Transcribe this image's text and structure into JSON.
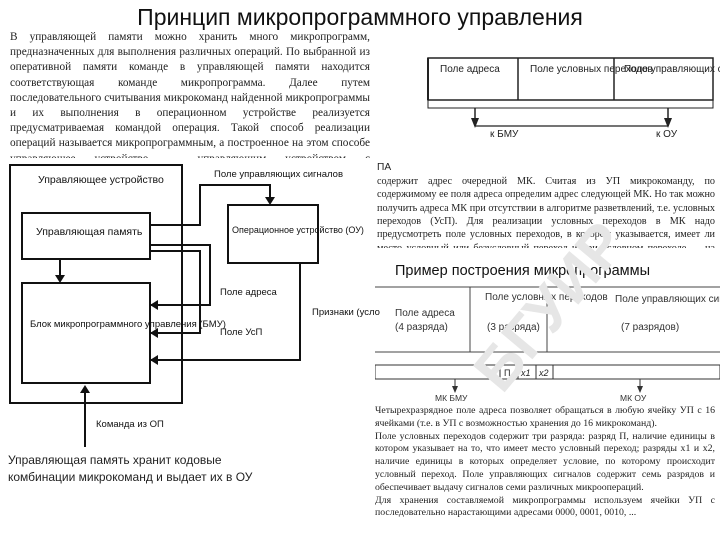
{
  "slide": {
    "title": "Принцип микропрограммного управления",
    "subtitle": "Пример построения микропрограммы",
    "caption": "Управляющая память хранит кодовые\nкомбинации микрокоманд и выдает их в ОУ"
  },
  "scan_text": {
    "intro": "В управляющей памяти можно хранить много микропрограмм, предназначенных для выполнения различных операций. По выбранной из оперативной памяти команде в управляющей памяти находится соответствующая команде микропрограмма. Далее путем последовательного считывания микрокоманд найденной микропрограммы и их выполнения в операционном устройстве реализуется предусматриваемая командой операция. Такой способ реализации операций называется микропрограммным, а построенное на этом способе управляющее устройство — управляющим устройством с программируемой логикой.",
    "pa_label": "ПА",
    "pa_desc": "содержит адрес очередной МК. Считая из УП микрокоманду, по содержимому ее поля адреса определим адрес следующей МК. Но так можно получить адреса МК при отсутствии в алгоритме разветвлений, т.е. условных переходов (УсП). Для реализации условных переходов в МК надо предусмотреть поле условных переходов, в котором указывается, имеет ли место условный или безусловный переход и при условном переходе — на значения каких условий следует ориентироваться при определении адреса очередной МК.",
    "bottom": "Четырехразрядное поле адреса позволяет обращаться в любую ячейку УП с 16 ячейками (т.е. в УП с возможностью хранения до 16 микрокоманд).\n    Поле условных переходов содержит три разряда: разряд П, наличие единицы в котором указывает на то, что имеет место условный переход; разряды x1 и x2, наличие единицы в которых определяет условие, по которому происходит условный переход. Поле управляющих сигналов содержит семь разрядов и обеспечивает выдачу сигналов семи различных микроопераций.\n    Для хранения составляемой микропрограммы используем ячейки УП с последовательно нарастающими адресами 0000, 0001, 0010, ..."
  },
  "format_top": {
    "fields": [
      "Поле адреса",
      "Поле условных переходов",
      "Поле управляющих сигналов"
    ],
    "arrows": [
      "к БМУ",
      "к ОУ"
    ]
  },
  "format_bottom": {
    "fields": [
      {
        "name": "Поле адреса",
        "bits": "(4 разряда)"
      },
      {
        "name": "Поле условных переходов",
        "bits": "(3 разряда)"
      },
      {
        "name": "Поле управляющих сигналов",
        "bits": "(7 разрядов)"
      }
    ],
    "cells": [
      "П",
      "x1",
      "x2"
    ],
    "arrows": [
      "МК БМУ",
      "МК ОУ"
    ]
  },
  "diagram": {
    "control_unit": "Управляющее устройство",
    "control_memory": "Управляющая память",
    "bmu": "Блок микропрограммного управления (БМУ)",
    "ou": "Операционное устройство (ОУ)",
    "signals_field": "Поле управляющих сигналов",
    "addr_field": "Поле адреса",
    "usp_field": "Поле УсП",
    "flags": "Признаки (условия)",
    "command": "Команда из ОП"
  },
  "watermark": "БГУИР"
}
